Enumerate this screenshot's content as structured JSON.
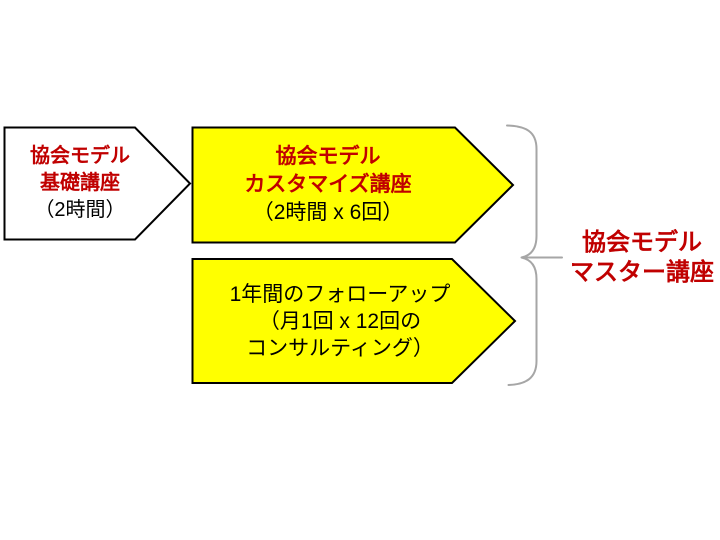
{
  "colors": {
    "background": "#FFFFFF",
    "basic_arrow_fill": "#FFFFFF",
    "highlight_arrow_fill": "#FFFF00",
    "arrow_outline": "#000000",
    "accent_red": "#C00000",
    "body_text_black": "#000000",
    "brace_gray": "#A6A6A6"
  },
  "diagram": {
    "basic_course": {
      "title_line1": "協会モデル",
      "title_line2": "基礎講座",
      "detail": "（2時間）"
    },
    "customize_course": {
      "title_line1": "協会モデル",
      "title_line2": "カスタマイズ講座",
      "detail": "（2時間 x 6回）"
    },
    "followup_course": {
      "line1": "1年間のフォローアップ",
      "line2": "（月1回 x 12回の",
      "line3": "コンサルティング）"
    },
    "master_course": {
      "line1": "協会モデル",
      "line2": "マスター講座"
    }
  }
}
